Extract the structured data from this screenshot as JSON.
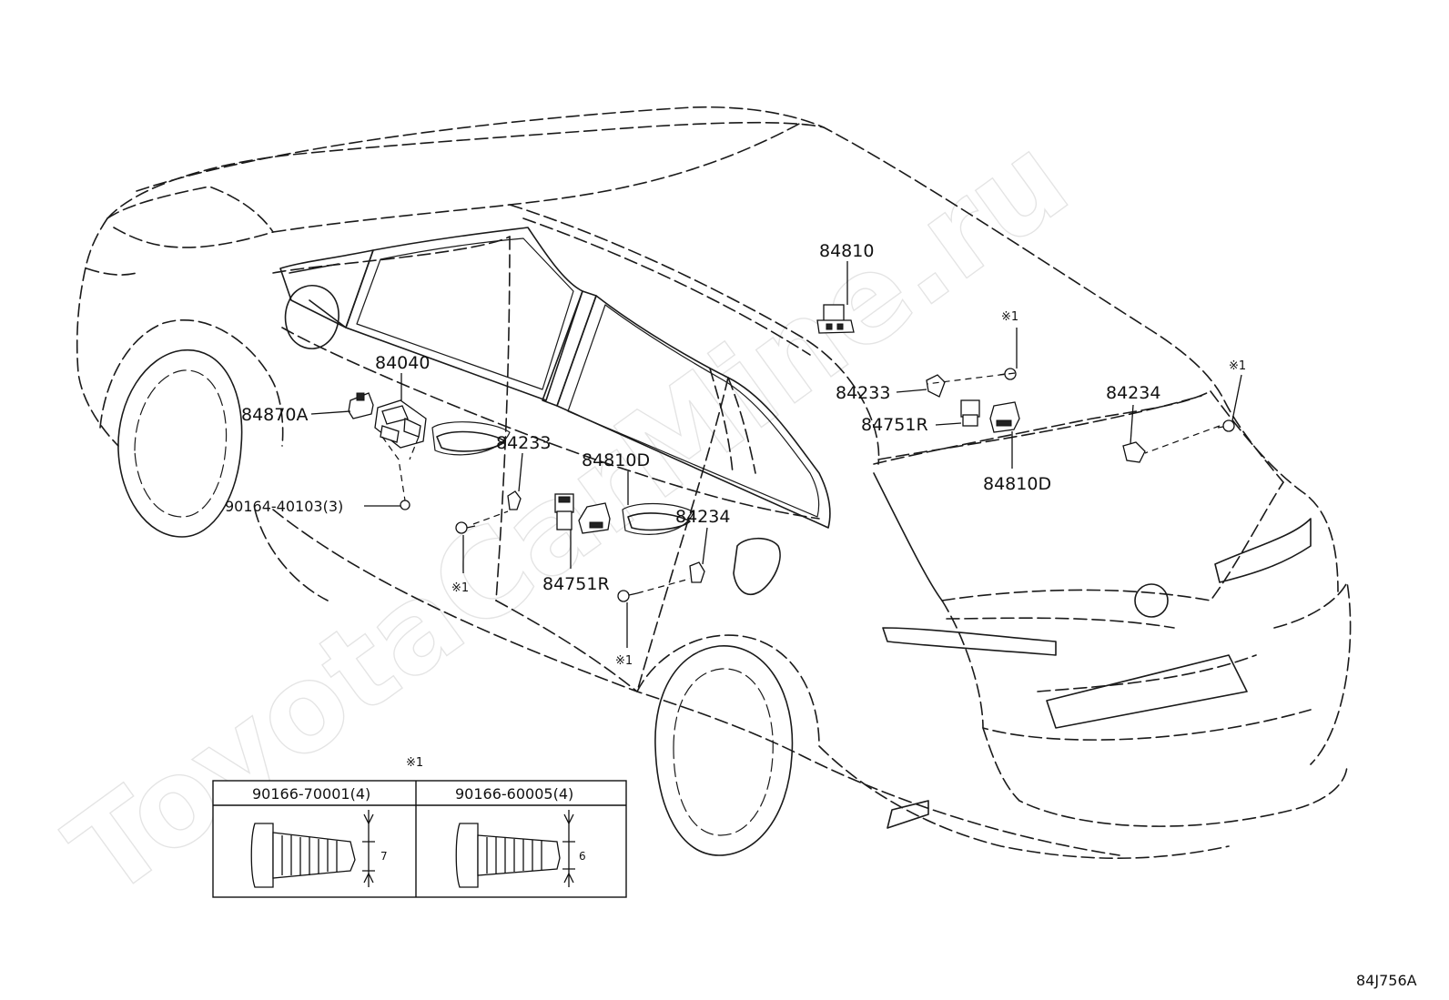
{
  "labels": {
    "p84810_top": "84810",
    "p84040": "84040",
    "p84870A": "84870A",
    "p84233_left": "84233",
    "p84810D_mid": "84810D",
    "p90164": "90164-40103(3)",
    "p84751R_mid": "84751R",
    "p84234_mid": "84234",
    "p84233_right": "84233",
    "p84751R_right": "84751R",
    "p84810D_right": "84810D",
    "p84234_right": "84234",
    "note_top_right": "※1",
    "note_top_far_right": "※1",
    "note_left": "※1",
    "note_mid": "※1",
    "note_table": "※1"
  },
  "table": {
    "col1_header": "90166-70001(4)",
    "col2_header": "90166-60005(4)",
    "col1_dim": "7",
    "col2_dim": "6"
  },
  "watermark": "ToyotaCarMine.ru",
  "diagram_code": "84J756A"
}
